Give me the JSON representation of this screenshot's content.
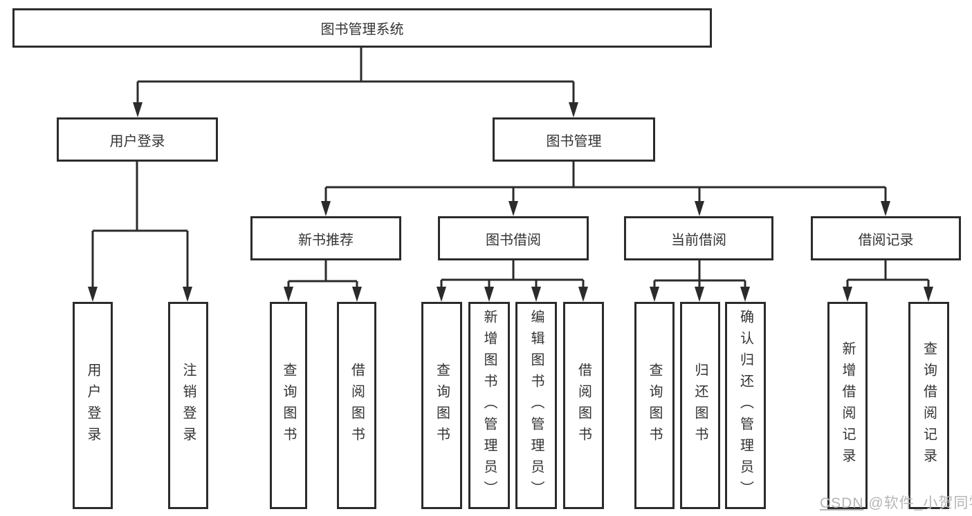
{
  "tree": {
    "label": "图书管理系统",
    "children": [
      {
        "label": "用户登录",
        "children": [
          {
            "label": "用户登录"
          },
          {
            "label": "注销登录"
          }
        ]
      },
      {
        "label": "图书管理",
        "children": [
          {
            "label": "新书推荐",
            "children": [
              {
                "label": "查询图书"
              },
              {
                "label": "借阅图书"
              }
            ]
          },
          {
            "label": "图书借阅",
            "children": [
              {
                "label": "查询图书"
              },
              {
                "label": "新增图书（管理员）"
              },
              {
                "label": "编辑图书（管理员）"
              },
              {
                "label": "借阅图书"
              }
            ]
          },
          {
            "label": "当前借阅",
            "children": [
              {
                "label": "查询图书"
              },
              {
                "label": "归还图书"
              },
              {
                "label": "确认归还（管理员）"
              }
            ]
          },
          {
            "label": "借阅记录",
            "children": [
              {
                "label": "新增借阅记录"
              },
              {
                "label": "查询借阅记录"
              }
            ]
          }
        ]
      }
    ]
  },
  "watermark": {
    "prefix": "CSDN",
    "handle": "@软件_小贺同学"
  },
  "colors": {
    "line": "#2b2b2b",
    "text": "#333333",
    "watermark": "#b5b5b5",
    "background": "#ffffff"
  }
}
